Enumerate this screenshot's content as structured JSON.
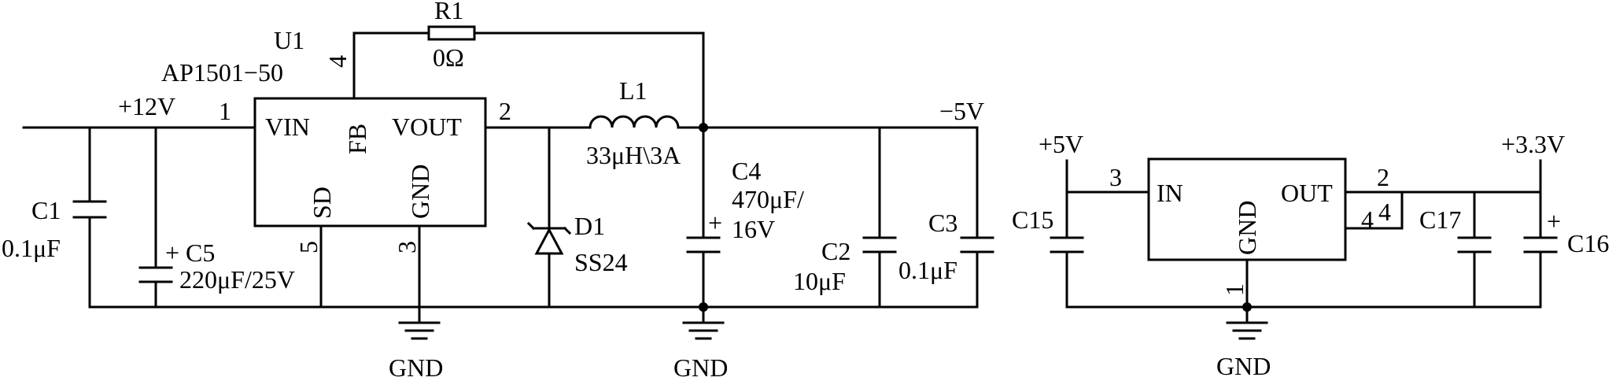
{
  "u1": {
    "ref": "U1",
    "part": "AP1501−50",
    "pins": {
      "vin": "VIN",
      "fb": "FB",
      "vout": "VOUT",
      "gnd": "GND",
      "sd": "SD"
    },
    "pin_numbers": {
      "vin": "1",
      "vout": "2",
      "gnd": "3",
      "fb": "4",
      "sd": "5"
    }
  },
  "r1": {
    "ref": "R1",
    "value": "0Ω"
  },
  "l1": {
    "ref": "L1",
    "value": "33μH\\3A"
  },
  "d1": {
    "ref": "D1",
    "value": "SS24"
  },
  "c1": {
    "ref": "C1",
    "value": "0.1μF"
  },
  "c5": {
    "ref": "C5",
    "value": "220μF/25V",
    "polarity": "+"
  },
  "c4": {
    "ref": "C4",
    "value_line1": "470μF/",
    "value_line2": "16V",
    "polarity": "+"
  },
  "c2": {
    "ref": "C2",
    "value": "10μF"
  },
  "c3": {
    "ref": "C3",
    "value": "0.1μF"
  },
  "c15": {
    "ref": "C15"
  },
  "c17": {
    "ref": "C17"
  },
  "c16": {
    "ref": "C16",
    "polarity": "+"
  },
  "nets": {
    "in12": "+12V",
    "out5": "−5V",
    "in5": "+5V",
    "out33": "+3.3V"
  },
  "u2": {
    "pins": {
      "in": "IN",
      "gnd": "GND",
      "out": "OUT"
    },
    "pin_numbers": {
      "in": "3",
      "gnd": "1",
      "out": "2",
      "out_b": "4",
      "out_box": "4"
    }
  },
  "ground": {
    "left": "GND",
    "middle": "GND",
    "right": "GND"
  }
}
